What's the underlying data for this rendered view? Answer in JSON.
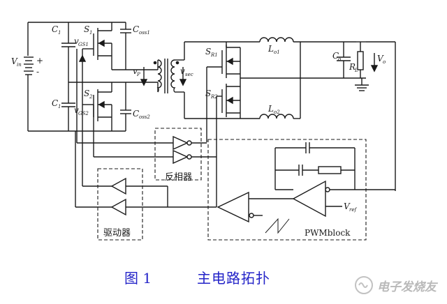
{
  "figure": {
    "caption_number": "图 1",
    "caption_title": "主电路拓扑"
  },
  "labels": {
    "vin": "V",
    "vin_sub": "in",
    "plus": "+",
    "minus": "-",
    "c1_top": "C",
    "c1_top_sub": "1",
    "c1_bot": "C",
    "c1_bot_sub": "1",
    "s1_top": "S",
    "s1_top_sub": "1",
    "s1_bot": "S",
    "s1_bot_sub": "2",
    "vgs1": "v",
    "vgs1_sub": "GS1",
    "vgs2": "v",
    "vgs2_sub": "GS2",
    "coss1": "C",
    "coss1_sub": "oss1",
    "coss2": "C",
    "coss2_sub": "oss2",
    "vp": "v",
    "vp_sub": "P",
    "vsec": "v",
    "vsec_sub": "sec",
    "sr1": "S",
    "sr1_sub": "R1",
    "sr2": "S",
    "sr2_sub": "R2",
    "lo1": "L",
    "lo1_sub": "o1",
    "lo2": "L",
    "lo2_sub": "o2",
    "co": "C",
    "co_sub": "o",
    "rl": "R",
    "rl_sub": "L",
    "vo": "V",
    "vo_sub": "o",
    "inverter_block": "反相器",
    "driver_block": "驱动器",
    "pwm_block": "PWMblock",
    "vref": "V",
    "vref_sub": "ref"
  },
  "watermark": {
    "text": "电子发烧友"
  }
}
